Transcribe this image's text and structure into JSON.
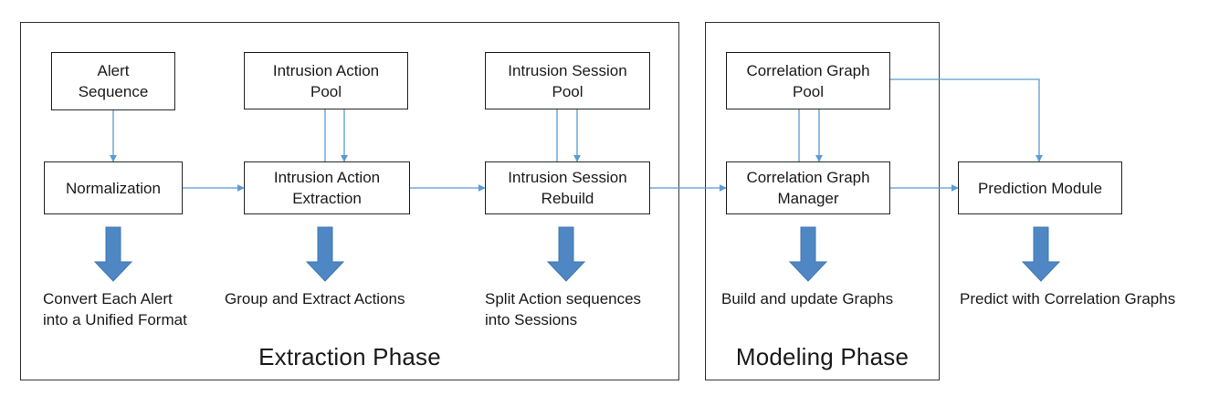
{
  "phases": {
    "extraction": "Extraction Phase",
    "modeling": "Modeling Phase"
  },
  "boxes": {
    "alert_sequence": "Alert\nSequence",
    "normalization": "Normalization",
    "intrusion_action_pool": "Intrusion Action\nPool",
    "intrusion_action_extraction": "Intrusion Action\nExtraction",
    "intrusion_session_pool": "Intrusion Session\nPool",
    "intrusion_session_rebuild": "Intrusion Session\nRebuild",
    "correlation_graph_pool": "Correlation Graph\nPool",
    "correlation_graph_manager": "Correlation Graph\nManager",
    "prediction_module": "Prediction Module"
  },
  "notes": {
    "normalization": "Convert Each Alert\ninto a Unified Format",
    "extraction": "Group and Extract Actions",
    "rebuild": "Split Action sequences\ninto Sessions",
    "manager": "Build and update Graphs",
    "prediction": "Predict with Correlation Graphs"
  },
  "colors": {
    "arrow": "#5b9bd5",
    "block_arrow": "#4f87c4",
    "box_border": "#222222"
  }
}
